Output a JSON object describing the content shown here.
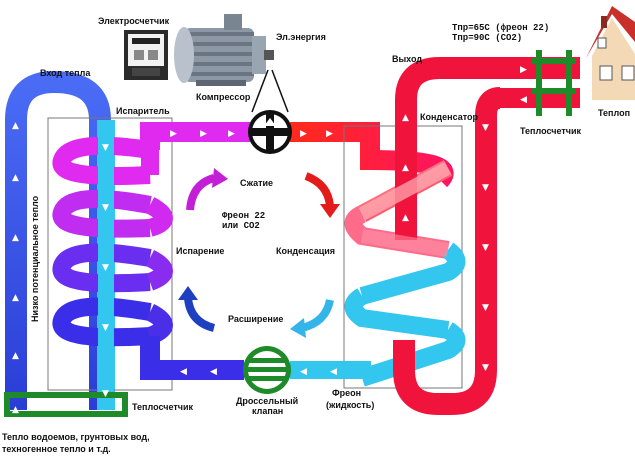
{
  "labels": {
    "electricity_meter": "Электросчетчик",
    "electric_energy": "Эл.энергия",
    "compressor": "Компрессор",
    "heat_inlet": "Вход тепла",
    "evaporator": "Испаритель",
    "outlet": "Выход",
    "condenser": "Конденсатор",
    "temp_line1": "Tпр=65C (фреон 22)",
    "temp_line2": "Tпр=90C (CO2)",
    "heat_meter_top": "Теплосчетчик",
    "house_label": "Теплоп",
    "low_potential_heat": "Низко потенциальное тепло",
    "compression": "Сжатие",
    "refrigerant_line1": "Фреон 22",
    "refrigerant_line2": "или CO2",
    "evaporation": "Испарение",
    "condensation": "Конденсация",
    "expansion": "Расширение",
    "heat_meter_bottom": "Теплосчетчик",
    "throttle_line1": "Дроссельный",
    "throttle_line2": "клапан",
    "liquid_line1": "Фреон",
    "liquid_line2": "(жидкость)",
    "sources_line1": "Тепло водоемов, грунтовых вод,",
    "sources_line2": "техногенное тепло и т.д."
  },
  "colors": {
    "blue_pipe": "#3a2ee8",
    "cyan_pipe": "#33c6ee",
    "magenta_pipe": "#e02af0",
    "red_pipe": "#f0143c",
    "green_meter": "#1f8a2a",
    "arrow_red": "#e31b1b",
    "arrow_blue": "#1e5fc7",
    "arrow_magenta": "#c21fd6"
  },
  "icons": {
    "compressor_symbol": "compressor-cross-icon",
    "throttle_symbol": "throttle-valve-icon",
    "house": "house-icon",
    "motor": "electric-motor-icon",
    "meter": "electricity-meter-icon"
  }
}
